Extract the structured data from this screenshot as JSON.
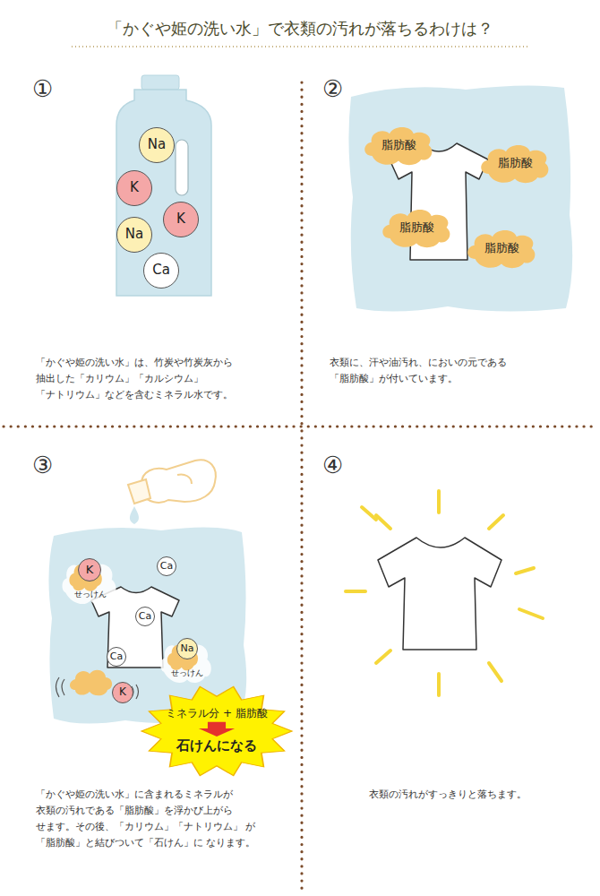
{
  "diagram": {
    "title": "「かぐや姫の洗い水」で衣類の汚れが落ちるわけは？",
    "nodes": [
      {
        "text": [
          "Na"
        ]
      },
      {
        "text": [
          "K"
        ]
      },
      {
        "text": [
          "Na"
        ]
      },
      {
        "text": [
          "K"
        ]
      },
      {
        "text": [
          "Ca"
        ]
      },
      {
        "text": [
          "脂肪酸"
        ]
      },
      {
        "text": [
          "脂肪酸"
        ]
      },
      {
        "text": [
          "脂肪酸"
        ]
      },
      {
        "text": [
          "脂肪酸"
        ]
      },
      {
        "text": [
          "せっけん"
        ]
      },
      {
        "text": [
          "K"
        ],
        "in": 9
      },
      {
        "text": [
          "Ca"
        ]
      },
      {
        "text": [
          "Ca"
        ]
      },
      {
        "text": [
          "Ca"
        ]
      },
      {
        "text": [
          "せっけん"
        ]
      },
      {
        "text": [
          "Na"
        ],
        "in": 14
      },
      {
        "text": [
          "K"
        ]
      },
      {
        "text": [
          "ミネラル分 + 脂肪酸",
          "石けんになる"
        ]
      }
    ],
    "labels": [
      "①",
      "「かぐや姫の洗い水」は、竹炭や竹炭灰から 抽出した「カリウム」「カルシウム」 「ナトリウム」などを含むミネラル水です。",
      "②",
      "衣類に、汗や油汚れ、においの元である 「脂肪酸」が付いています。",
      "③",
      "「かぐや姫の洗い水」に含まれるミネラルが 衣類の汚れである「脂肪酸」を浮かび上がら せます。その後、「カリウム」「ナトリウム」 が「脂肪酸」と結びついて「石けん」に なります。",
      "④",
      "衣類の汚れがすっきりと落ちます。"
    ]
  }
}
